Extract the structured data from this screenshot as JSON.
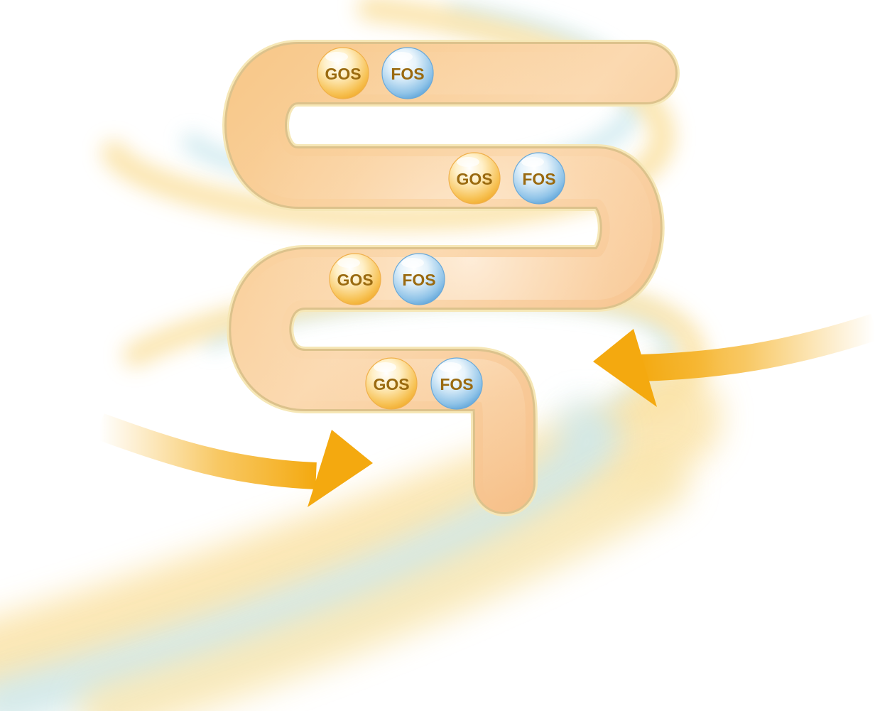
{
  "diagram": {
    "bubble_pairs": [
      {
        "left": {
          "label": "GOS",
          "kind": "gos"
        },
        "right": {
          "label": "FOS",
          "kind": "fos"
        }
      },
      {
        "left": {
          "label": "GOS",
          "kind": "gos"
        },
        "right": {
          "label": "FOS",
          "kind": "fos"
        }
      },
      {
        "left": {
          "label": "GOS",
          "kind": "gos"
        },
        "right": {
          "label": "FOS",
          "kind": "fos"
        }
      },
      {
        "left": {
          "label": "GOS",
          "kind": "gos"
        },
        "right": {
          "label": "FOS",
          "kind": "fos"
        }
      }
    ],
    "colors": {
      "intestine_fill": "#f7c98d",
      "intestine_highlight": "#fff6ea",
      "intestine_outline": "#f6e7b6",
      "intestine_outline_dark": "#c7a46a",
      "arrow": "#f4a90f",
      "swirl_yellow": "#fbe3a8",
      "swirl_blue": "#cce8ee",
      "label_text": "#9a6a10",
      "gos_bubble": "#f7c255",
      "fos_bubble": "#7db8e3"
    },
    "icons": [
      "intestine-icon",
      "arrow-right-icon",
      "arrow-left-icon",
      "gos-bubble-icon",
      "fos-bubble-icon"
    ]
  }
}
